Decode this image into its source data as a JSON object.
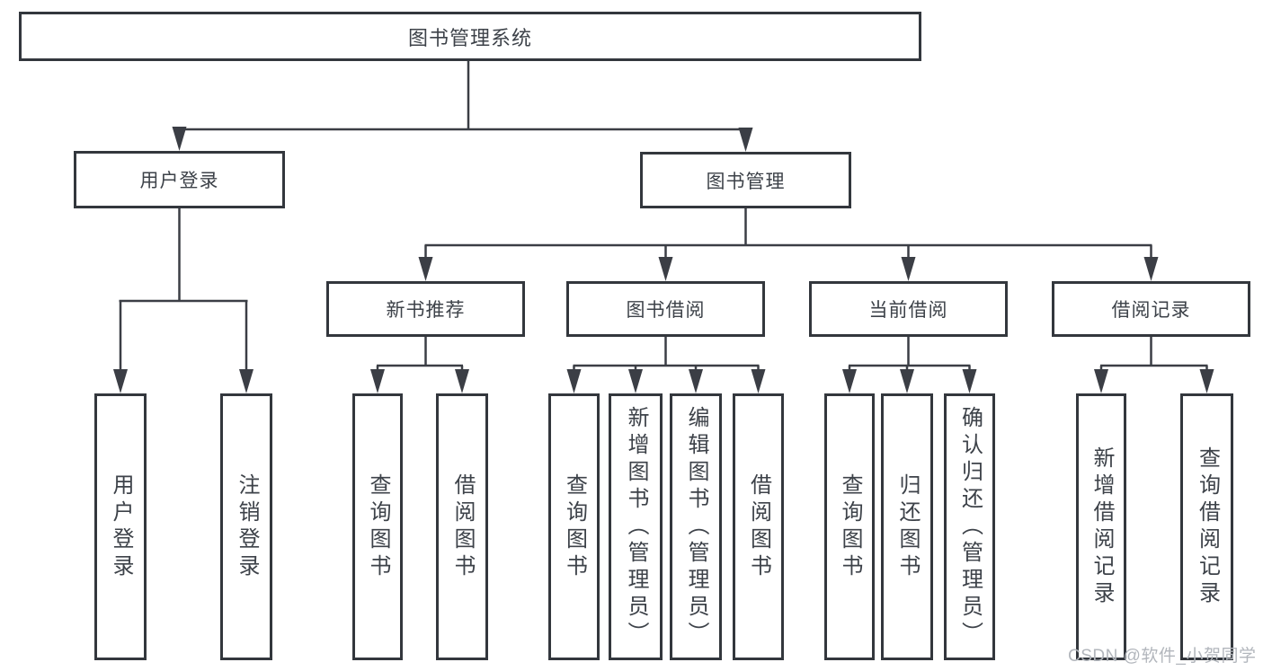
{
  "diagram": {
    "type": "hierarchy-tree",
    "root": {
      "label": "图书管理系统"
    },
    "level2": [
      {
        "label": "用户登录",
        "parent": "图书管理系统"
      },
      {
        "label": "图书管理",
        "parent": "图书管理系统"
      }
    ],
    "level3": [
      {
        "label": "新书推荐",
        "parent": "图书管理"
      },
      {
        "label": "图书借阅",
        "parent": "图书管理"
      },
      {
        "label": "当前借阅",
        "parent": "图书管理"
      },
      {
        "label": "借阅记录",
        "parent": "图书管理"
      }
    ],
    "leaves": [
      {
        "label": "用户登录",
        "parent": "用户登录"
      },
      {
        "label": "注销登录",
        "parent": "用户登录"
      },
      {
        "label": "查询图书",
        "parent": "新书推荐"
      },
      {
        "label": "借阅图书",
        "parent": "新书推荐"
      },
      {
        "label": "查询图书",
        "parent": "图书借阅"
      },
      {
        "label": "新增图书（管理员）",
        "parent": "图书借阅"
      },
      {
        "label": "编辑图书（管理员）",
        "parent": "图书借阅"
      },
      {
        "label": "借阅图书",
        "parent": "图书借阅"
      },
      {
        "label": "查询图书",
        "parent": "当前借阅"
      },
      {
        "label": "归还图书",
        "parent": "当前借阅"
      },
      {
        "label": "确认归还（管理员）",
        "parent": "当前借阅"
      },
      {
        "label": "新增借阅记录",
        "parent": "借阅记录"
      },
      {
        "label": "查询借阅记录",
        "parent": "借阅记录"
      }
    ]
  },
  "watermark": {
    "text": "CSDN @软件_小贺同学"
  },
  "colors": {
    "background": "#ffffff",
    "border": "#33373d",
    "line": "#3b3e45",
    "text": "#3d4249",
    "watermark": "#b2b6bc"
  }
}
